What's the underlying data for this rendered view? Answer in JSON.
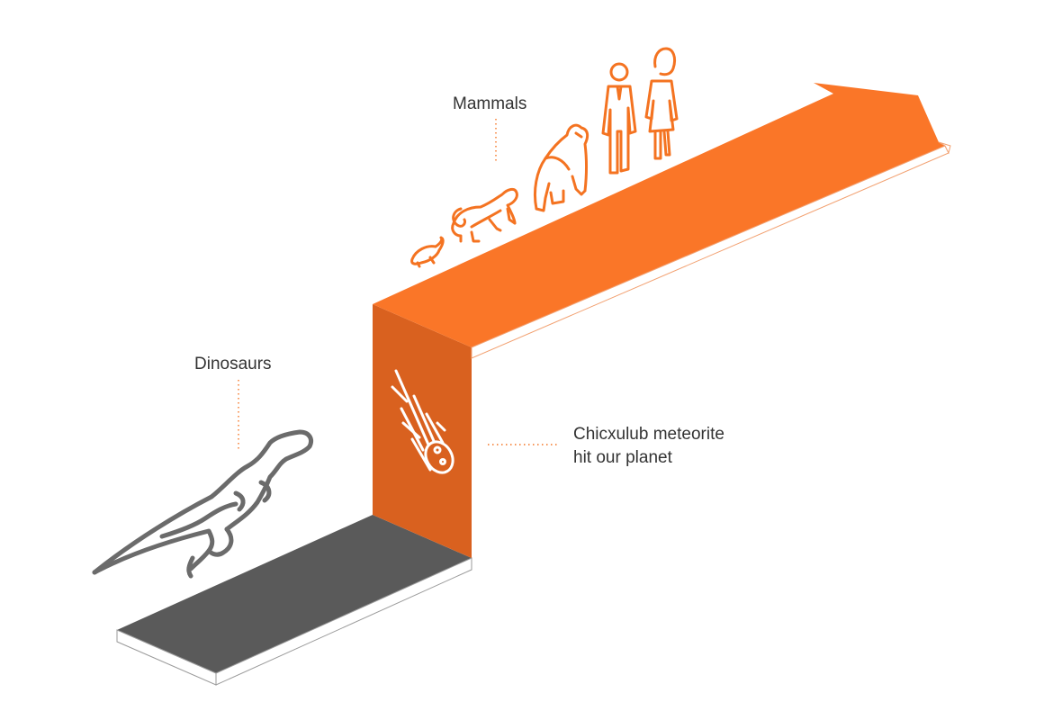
{
  "labels": {
    "dinosaurs": "Dinosaurs",
    "mammals": "Mammals",
    "meteorite_line1": "Chicxulub meteorite",
    "meteorite_line2": "hit our planet"
  },
  "colors": {
    "orange_top": "#fa7628",
    "orange_wall": "#d9611f",
    "dark_floor": "#5a5a5a",
    "icon_orange": "#f47321",
    "icon_gray": "#6b6b6b",
    "text": "#333333"
  },
  "icons": [
    "tyrannosaurus-icon",
    "meteorite-icon",
    "mouse-icon",
    "monkey-icon",
    "gorilla-icon",
    "man-icon",
    "woman-icon"
  ]
}
